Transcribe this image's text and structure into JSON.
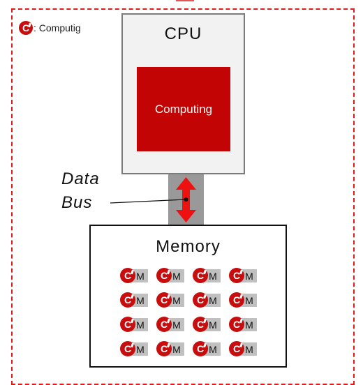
{
  "legend": {
    "badge_letter": "C",
    "text": ": Computig"
  },
  "cpu": {
    "title": "CPU",
    "block_label": "Computing"
  },
  "bus": {
    "line1": "Data",
    "line2": "Bus"
  },
  "memory": {
    "title": "Memory",
    "cell_badge": "C",
    "cell_label": "M",
    "rows": 4,
    "cols": 4
  },
  "colors": {
    "accent_red": "#c20404",
    "frame_red": "#e01919",
    "bus_gray": "#999999",
    "cell_gray": "#c0c0c0"
  }
}
